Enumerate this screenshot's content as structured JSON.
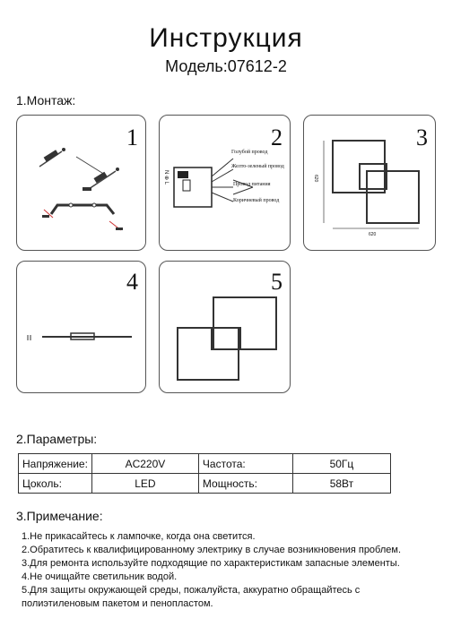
{
  "header": {
    "title": "Инструкция",
    "model": "Модель:07612-2"
  },
  "sections": {
    "mount": "1.Монтаж:",
    "params": "2.Параметры:",
    "notes": "3.Примечание:"
  },
  "panels": {
    "p1": "1",
    "p2": "2",
    "p3": "3",
    "p4": "4",
    "p5": "5"
  },
  "wiring": {
    "labels": [
      "Голубой провод",
      "Желто-зеленый провод",
      "Провод питания",
      "Коричневый провод"
    ],
    "terminal_top": "N ⊕ L",
    "terminal_bottom": "N ⊕ L"
  },
  "dimensions": {
    "width": "620",
    "height": "620"
  },
  "params": {
    "row1": {
      "k1": "Напряжение:",
      "v1": "AC220V",
      "k2": "Частота:",
      "v2": "50Гц"
    },
    "row2": {
      "k1": "Цоколь:",
      "v1": "LED",
      "k2": "Мощность:",
      "v2": "58Вт"
    }
  },
  "notes": [
    "1.Не прикасайтесь к лампочке, когда она светится.",
    "2.Обратитесь к квалифицированному электрику в случае возникновения проблем.",
    "3.Для ремонта используйте подходящие по характеристикам запасные элементы.",
    "4.Не очищайте светильник водой.",
    "5.Для защиты окружающей среды, пожалуйста, аккуратно обращайтесь с",
    "полиэтиленовым пакетом и пенопластом."
  ]
}
